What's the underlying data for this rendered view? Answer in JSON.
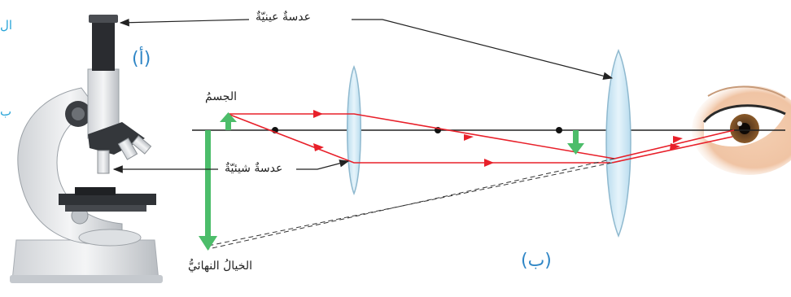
{
  "labels": {
    "eyepiece_lens": "عدسةٌ عينيّةٌ",
    "objective_lens": "عدسةٌ شيئيّةٌ",
    "object": "الجسمُ",
    "final_image": "الخيالُ النهائيُّ",
    "part_a": "(أ)",
    "part_b": "(ب)"
  },
  "edge_text": {
    "top": "ال",
    "middle": "ب"
  },
  "colors": {
    "ray": "#e8202a",
    "arrow_green": "#4cbd6a",
    "lens_fill": "#cfe8f4",
    "lens_stroke": "#8fb9cf",
    "part_label": "#2f86c6",
    "axis": "#222222"
  },
  "icons": {
    "microscope": "microscope-icon",
    "eye": "eye-icon"
  }
}
